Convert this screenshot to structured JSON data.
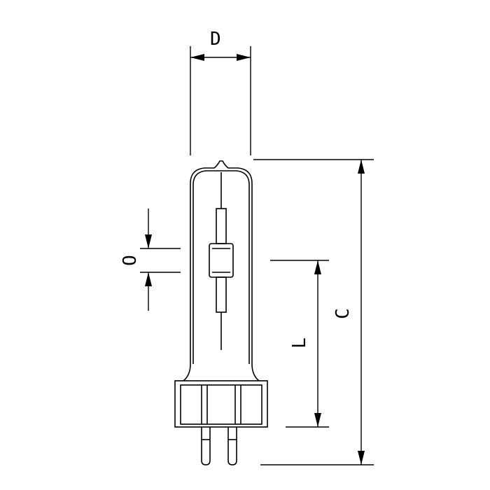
{
  "diagram": {
    "type": "lamp-dimension-drawing",
    "line_color": "#000000",
    "background": "#ffffff",
    "labels": {
      "diameter": "D",
      "arc_length": "O",
      "light_center_length": "L",
      "overall_length": "C"
    }
  }
}
